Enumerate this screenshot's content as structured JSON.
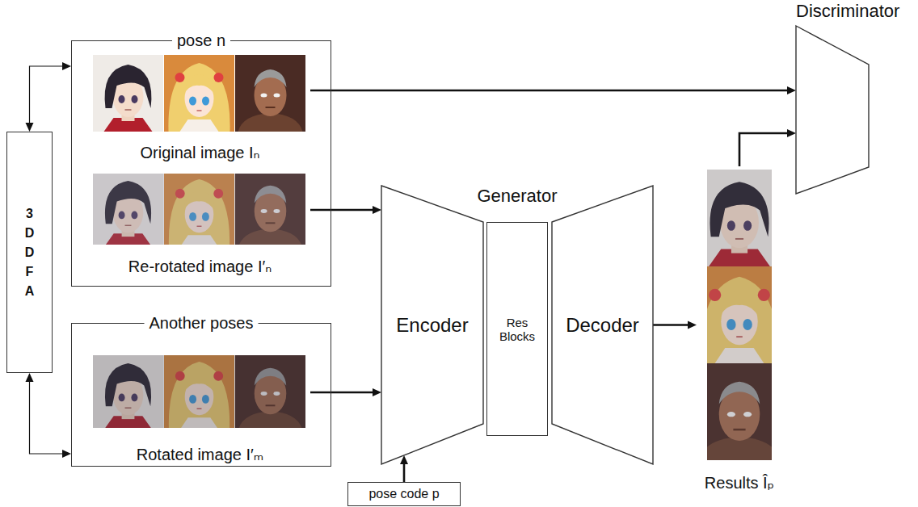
{
  "diagram": {
    "nodes": [
      {
        "text": [
          "pose n"
        ]
      },
      {
        "text": [
          "Original image Iₙ"
        ],
        "in": 0
      },
      {
        "text": [
          "Re-rotated image I′ₙ"
        ],
        "in": 0
      },
      {
        "text": [
          "Another poses"
        ]
      },
      {
        "text": [
          "Rotated image I′ₘ"
        ],
        "in": 3
      },
      {
        "text": [
          "3DDFA"
        ]
      },
      {
        "text": [
          "Encoder"
        ]
      },
      {
        "text": [
          "Res Blocks"
        ]
      },
      {
        "text": [
          "Decoder"
        ]
      },
      {
        "text": [
          "pose code p"
        ]
      },
      {
        "text": [
          "Results Îₚ"
        ]
      },
      {
        "text": [
          "Discriminator"
        ]
      }
    ],
    "edges": [
      {
        "from": 5,
        "to": 0,
        "arrow": "both"
      },
      {
        "from": 5,
        "to": 3,
        "arrow": "both"
      },
      {
        "from": 1,
        "to": 11,
        "arrow": "to"
      },
      {
        "from": 2,
        "to": 6,
        "arrow": "to"
      },
      {
        "from": 4,
        "to": 6,
        "arrow": "to"
      },
      {
        "from": 9,
        "to": 6,
        "arrow": "to"
      },
      {
        "from": 8,
        "to": 10,
        "arrow": "to"
      },
      {
        "from": 10,
        "to": 11,
        "arrow": "to"
      }
    ],
    "labels": [
      "Generator"
    ]
  }
}
